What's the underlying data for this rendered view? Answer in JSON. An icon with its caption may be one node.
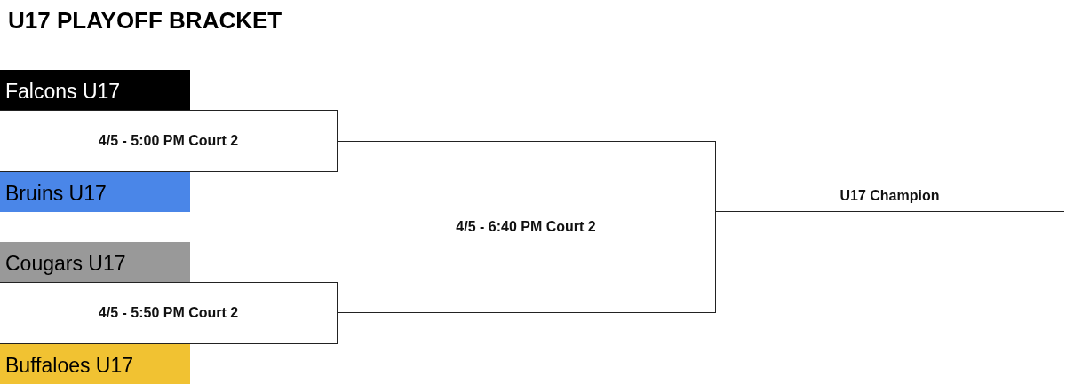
{
  "diagram": {
    "title": "U17 PLAYOFF BRACKET",
    "nodes": [
      {
        "text": [
          "Falcons U17"
        ]
      },
      {
        "text": [
          "4/5 - 5:00 PM Court 2"
        ]
      },
      {
        "text": [
          "Bruins U17"
        ]
      },
      {
        "text": [
          "Cougars U17"
        ]
      },
      {
        "text": [
          "4/5 - 5:50 PM Court 2"
        ]
      },
      {
        "text": [
          "Buffaloes U17"
        ]
      },
      {
        "text": [
          "4/5 - 6:40 PM Court 2"
        ]
      },
      {
        "text": [
          "U17 Champion"
        ]
      }
    ]
  }
}
